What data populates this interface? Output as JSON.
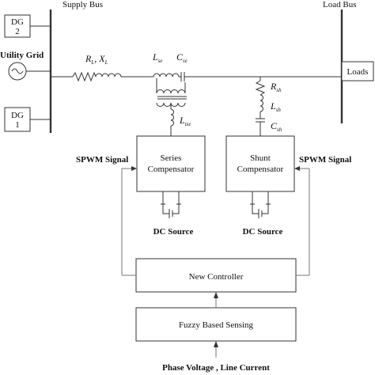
{
  "buses": {
    "supply_bus": "Supply Bus",
    "load_bus": "Load Bus"
  },
  "sources": {
    "dg2": [
      "DG",
      "2"
    ],
    "dg1": [
      "DG",
      "1"
    ],
    "utility_grid": "Utility Grid",
    "loads": "Loads"
  },
  "line_impedance": {
    "r": "R",
    "r_sub": "L",
    "sep": ", ",
    "x": "X",
    "x_sub": "L"
  },
  "series_branch": {
    "l": "L",
    "l_sub": "se",
    "c": "C",
    "c_sub": "se",
    "lt": "L",
    "lt_sub": "tse"
  },
  "shunt_branch": {
    "r": "R",
    "r_sub": "sh",
    "l": "L",
    "l_sub": "sh",
    "c": "C",
    "c_sub": "sh"
  },
  "blocks": {
    "series": [
      "Series",
      "Compensator"
    ],
    "shunt": [
      "Shunt",
      "Compensator"
    ],
    "controller": "New Controller",
    "sensing": "Fuzzy Based Sensing"
  },
  "labels": {
    "spwm_left": "SPWM  Signal",
    "spwm_right": "SPWM  Signal",
    "dc_source_left": "DC Source",
    "dc_source_right": "DC Source",
    "inputs": "Phase Voltage , Line Current"
  },
  "colors": {
    "line": "#333333",
    "text": "#111111",
    "background": "#ffffff"
  }
}
